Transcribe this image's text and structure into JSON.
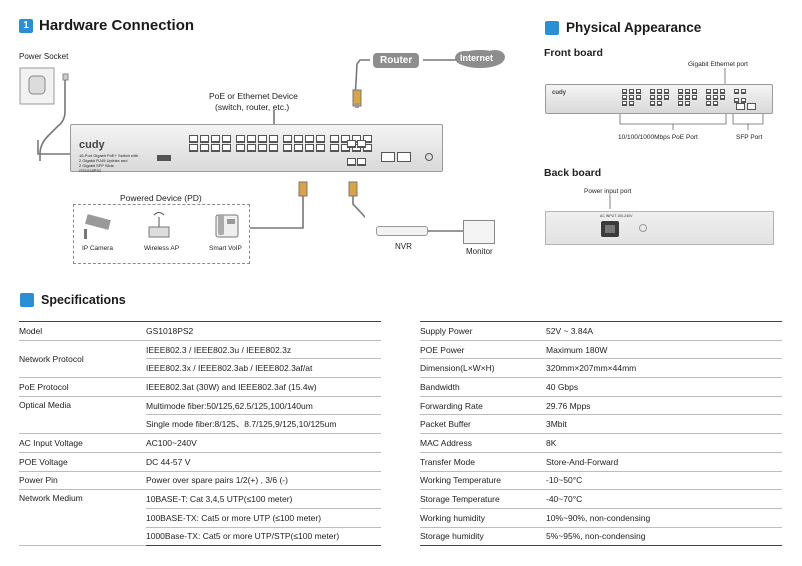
{
  "hardware": {
    "badge": "1",
    "title": "Hardware Connection",
    "power_socket": "Power Socket",
    "poe_device_line1": "PoE or Ethernet Device",
    "poe_device_line2": "(switch, router, etc.)",
    "router": "Router",
    "internet": "Internet",
    "powered_device": "Powered Device (PD)",
    "devices": [
      "IP Camera",
      "Wireless AP",
      "Smart VoIP"
    ],
    "nvr": "NVR",
    "monitor": "Monitor",
    "brand": "cudy",
    "switch_desc": [
      "16-Port Gigabit PoE+ Switch with",
      "2 Gigabit RJ45 Uplinks and",
      "2 Gigabit SFP Slots",
      "GS1018PS2"
    ]
  },
  "physical": {
    "title": "Physical Appearance",
    "front_board": "Front board",
    "gigabit_port": "Gigabit Ethernet port",
    "poe_port": "10/100/1000Mbps PoE Port",
    "sfp_port": "SFP Port",
    "back_board": "Back board",
    "power_input": "Power input port",
    "power_rating": "AC INPUT 100-240V"
  },
  "specs": {
    "title": "Specifications",
    "left": [
      {
        "k": "Model",
        "v": [
          "GS1018PS2"
        ]
      },
      {
        "k": "Network Protocol",
        "v": [
          "IEEE802.3 / IEEE802.3u / IEEE802.3z",
          "IEEE802.3x / IEEE802.3ab / IEEE802.3af/at"
        ]
      },
      {
        "k": "PoE Protocol",
        "v": [
          "IEEE802.3at (30W) and IEEE802.3af (15.4w)"
        ]
      },
      {
        "k": "Optical Media",
        "v": [
          "Multimode fiber:50/125,62.5/125,100/140um",
          "Single mode fiber:8/125、8.7/125,9/125,10/125um"
        ]
      },
      {
        "k": "AC Input Voltage",
        "v": [
          "AC100~240V"
        ]
      },
      {
        "k": "POE Voltage",
        "v": [
          "DC 44-57 V"
        ]
      },
      {
        "k": "Power Pin",
        "v": [
          "Power over spare pairs 1/2(+) , 3/6 (-)"
        ]
      },
      {
        "k": "Network Medium",
        "v": [
          "10BASE-T: Cat 3,4,5 UTP(≤100 meter)",
          "100BASE-TX: Cat5 or more UTP (≤100 meter)",
          "1000Base-TX: Cat5 or more UTP/STP(≤100 meter)"
        ]
      }
    ],
    "right": [
      {
        "k": "Supply Power",
        "v": "52V ~ 3.84A"
      },
      {
        "k": "POE Power",
        "v": "Maximum 180W"
      },
      {
        "k": "Dimension(L×W×H)",
        "v": "320mm×207mm×44mm"
      },
      {
        "k": "Bandwidth",
        "v": "40 Gbps"
      },
      {
        "k": "Forwarding Rate",
        "v": "29.76 Mpps"
      },
      {
        "k": "Packet Buffer",
        "v": "3Mbit"
      },
      {
        "k": "MAC Address",
        "v": "8K"
      },
      {
        "k": "Transfer Mode",
        "v": "Store-And-Forward"
      },
      {
        "k": "Working Temperature",
        "v": "-10~50°C"
      },
      {
        "k": "Storage Temperature",
        "v": "-40~70°C"
      },
      {
        "k": "Working humidity",
        "v": "10%~90%, non-condensing"
      },
      {
        "k": "Storage humidity",
        "v": "5%~95%, non-condensing"
      }
    ]
  }
}
